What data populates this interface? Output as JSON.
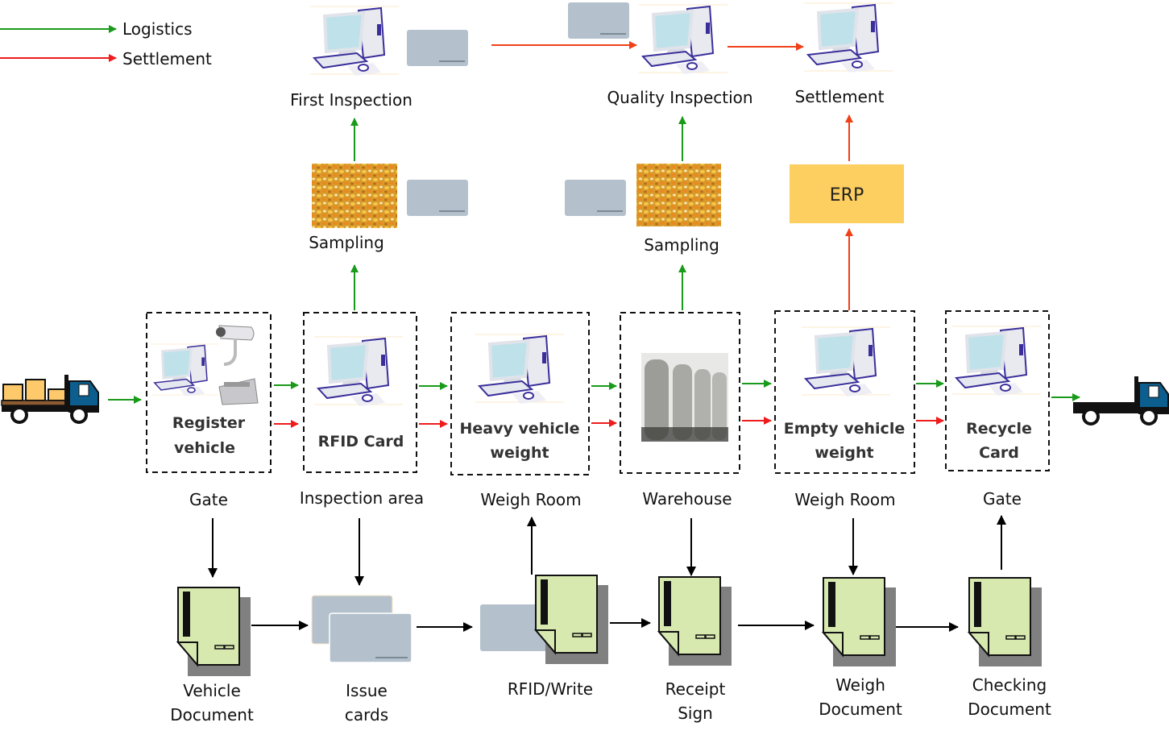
{
  "legend": {
    "logistics": {
      "label": "Logistics",
      "color": "#1a9a1a"
    },
    "settlement": {
      "label": "Settlement",
      "color": "#ee1c1c"
    }
  },
  "top": {
    "first_inspection": "First Inspection",
    "quality_inspection": "Quality Inspection",
    "settlement": "Settlement",
    "erp": "ERP",
    "sampling_1": "Sampling",
    "sampling_2": "Sampling"
  },
  "stations": [
    {
      "title_line1": "Register",
      "title_line2": "vehicle",
      "location": "Gate"
    },
    {
      "title_line1": "RFID Card",
      "title_line2": "",
      "location": "Inspection area"
    },
    {
      "title_line1": "Heavy vehicle",
      "title_line2": "weight",
      "location": "Weigh Room"
    },
    {
      "title_line1": "",
      "title_line2": "",
      "location": "Warehouse"
    },
    {
      "title_line1": "Empty vehicle",
      "title_line2": "weight",
      "location": "Weigh Room"
    },
    {
      "title_line1": "Recycle",
      "title_line2": "Card",
      "location": "Gate"
    }
  ],
  "documents": [
    {
      "line1": "Vehicle",
      "line2": "Document"
    },
    {
      "line1": "Issue",
      "line2": "cards"
    },
    {
      "line1": "RFID/Write",
      "line2": ""
    },
    {
      "line1": "Receipt",
      "line2": "Sign"
    },
    {
      "line1": "Weigh",
      "line2": "Document"
    },
    {
      "line1": "Checking",
      "line2": "Document"
    }
  ],
  "colors": {
    "erp_fill": "#fdce60",
    "doc_fill": "#d8e9b0",
    "card_fill": "#b4c1cc",
    "truck_cab": "#0b5e8e",
    "cargo": "#fdc96a"
  }
}
